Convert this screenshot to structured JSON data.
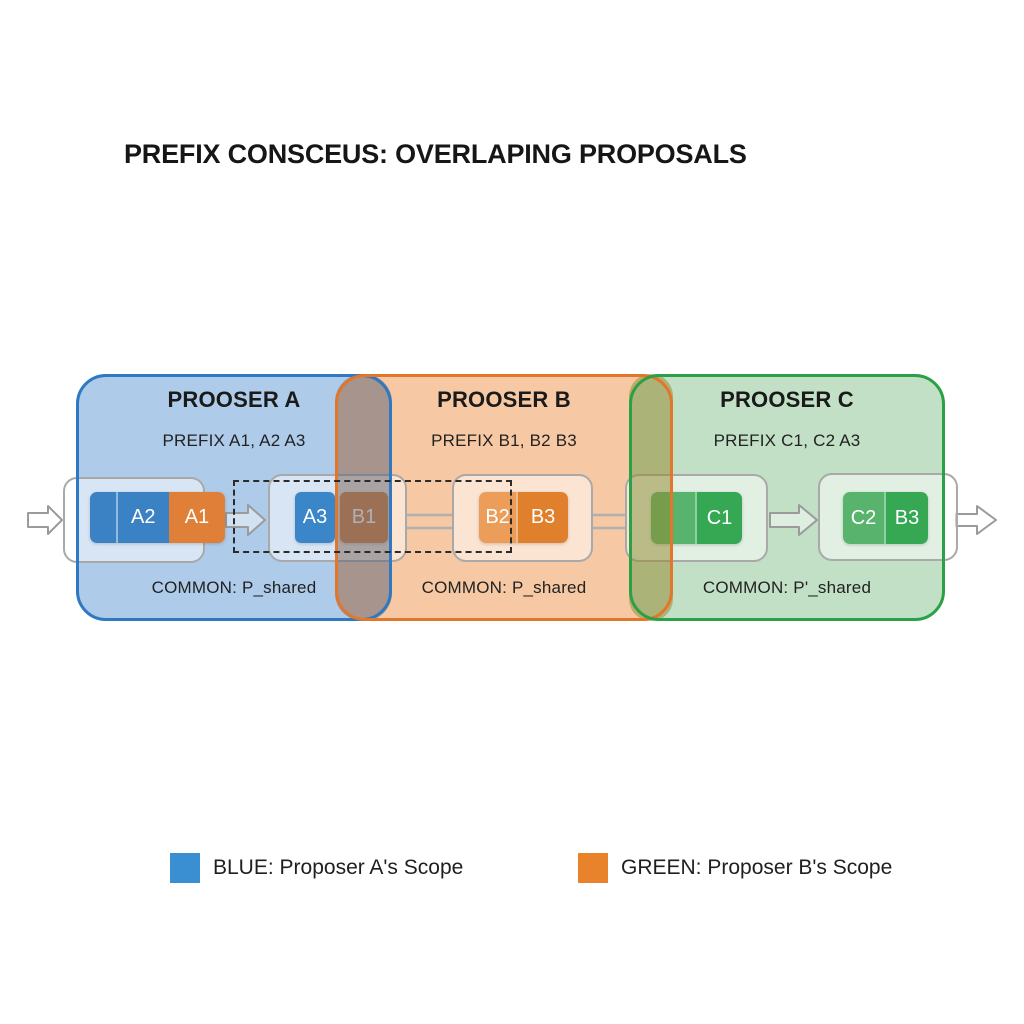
{
  "title": "PREFIX CONSCEUS: OVERLAPING PROPOSALS",
  "proposers": {
    "a": {
      "title": "PROOSER A",
      "prefix": "PREFIX A1, A2 A3",
      "common": "COMMON: P_shared",
      "fill": "#aecbe9",
      "border": "#2e79c2"
    },
    "b": {
      "title": "PROOSER B",
      "prefix": "PREFIX B1, B2 B3",
      "common": "COMMON: P_shared",
      "fill": "#f6c9a4",
      "border": "#e2762a"
    },
    "c": {
      "title": "PROOSER C",
      "prefix": "PREFIX C1, C2 A3",
      "common": "COMMON: P'_shared",
      "fill": "#c2e0c6",
      "border": "#2aa147"
    }
  },
  "chain": {
    "node1": {
      "seg1": "A2",
      "seg2": "A1"
    },
    "node2": {
      "seg1": "A3",
      "seg2": "B1"
    },
    "node3": {
      "seg1": "B2",
      "seg2": "B3"
    },
    "node4": {
      "seg1": "C1"
    },
    "node5": {
      "seg1": "C2",
      "seg2": "B3"
    }
  },
  "legend": {
    "item1": {
      "label": "BLUE: Proposer A's Scope",
      "swatch": "#3a8ed2"
    },
    "item2": {
      "label": "GREEN: Proposer B's Scope",
      "swatch": "#e8832c"
    }
  },
  "colors": {
    "blue_box": "#3b82c4",
    "orange_box": "#df7f38",
    "orange_box_light": "#ec9d59",
    "green_box": "#36a854",
    "green_box_light": "#58b46c",
    "overlap_ab": "rgba(88,98,118,0.5)",
    "overlap_bc": "rgba(148,134,44,0.5)",
    "container_border": "#a9a9a9",
    "dashed_border": "#2b2b2b"
  }
}
